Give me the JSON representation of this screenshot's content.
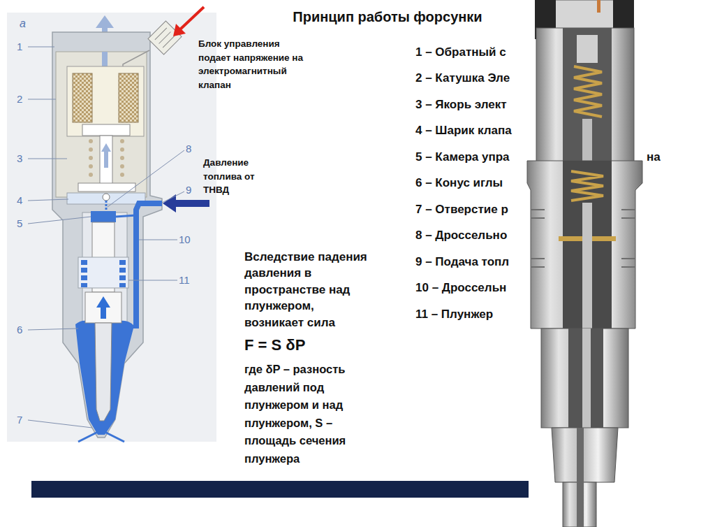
{
  "diagram": {
    "title": "Принцип работы форсунки",
    "labels": [
      "a",
      "1",
      "2",
      "3",
      "4",
      "5",
      "6",
      "7",
      "8",
      "9",
      "10",
      "11",
      "Блок управления подает напряжение на электромагнитный клапан",
      "Давление топлива от ТНВД",
      "1 – Обратный с",
      "2 – Катушка Эле",
      "3 – Якорь элект",
      "4 – Шарик клапа",
      "5 – Камера упра",
      "на",
      "6 – Конус иглы",
      "7 – Отверстие р",
      "8 – Дроссельно",
      "9 – Подача топл",
      "10 – Дроссельн",
      "11 – Плунжер",
      "Вследствие падения давления в пространстве над плунжером, возникает сила",
      "F = S δP",
      "где δP – разность давлений под плунжером и над плунжером, S – площадь сечения плунжера"
    ]
  }
}
